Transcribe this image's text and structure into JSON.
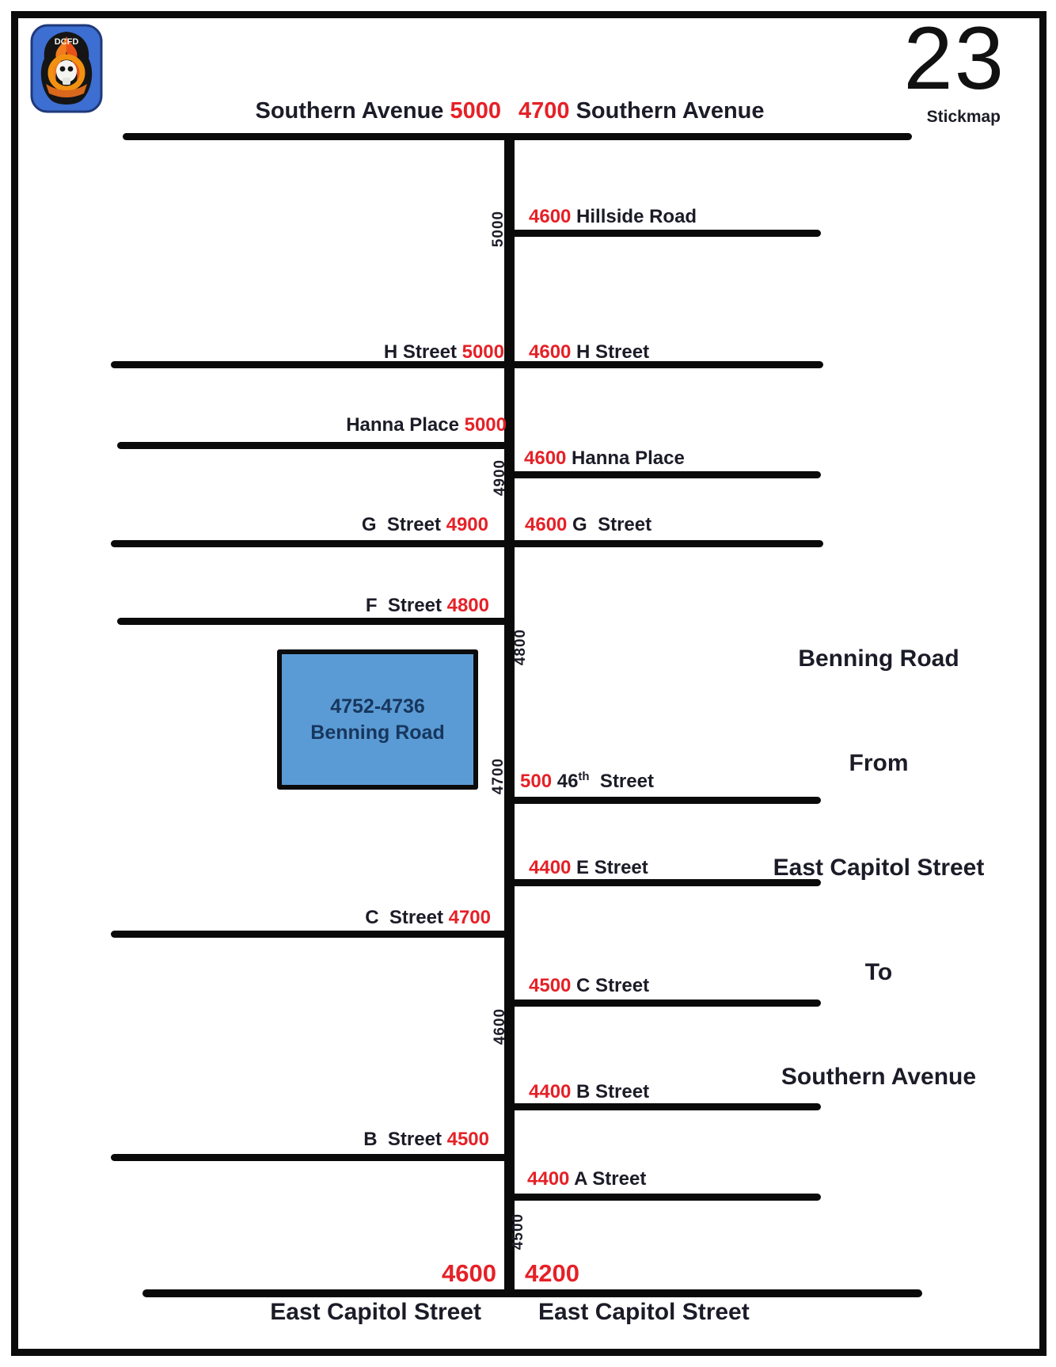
{
  "page": {
    "number": "23",
    "label": "Stickmap"
  },
  "logo": {
    "text": "DCFD"
  },
  "title": {
    "left_name": "Southern Avenue ",
    "left_block": "5000",
    "right_block": "4700",
    "right_name": " Southern Avenue"
  },
  "streets": {
    "hillside_right": {
      "block": "4600",
      "name": " Hillside Road"
    },
    "h_left": {
      "name": "H Street ",
      "block": "5000"
    },
    "h_right": {
      "block": "4600",
      "name": " H Street"
    },
    "hanna_left": {
      "name": "Hanna Place ",
      "block": "5000"
    },
    "hanna_right": {
      "block": "4600",
      "name": " Hanna Place"
    },
    "g_left": {
      "name": "G  Street ",
      "block": "4900"
    },
    "g_right": {
      "block": "4600",
      "name": " G  Street"
    },
    "f_left": {
      "name": "F  Street ",
      "block": "4800"
    },
    "s46_right": {
      "block": "500",
      "name_pre": " 46",
      "sup": "th",
      "name_post": "  Street"
    },
    "e_right": {
      "block": "4400",
      "name": " E Street"
    },
    "c_left": {
      "name": "C  Street ",
      "block": "4700"
    },
    "c_right": {
      "block": "4500",
      "name": " C Street"
    },
    "b_right": {
      "block": "4400",
      "name": " B Street"
    },
    "b_left": {
      "name": "B  Street ",
      "block": "4500"
    },
    "a_right": {
      "block": "4400",
      "name": " A Street"
    }
  },
  "road_blocks": [
    "5000",
    "4900",
    "4800",
    "4700",
    "4600",
    "4500"
  ],
  "building": {
    "line1": "4752-4736",
    "line2": "Benning Road"
  },
  "legend": {
    "lines": [
      "Benning Road",
      "From",
      "East Capitol Street",
      "To",
      "Southern Avenue"
    ]
  },
  "bottom": {
    "left_block": "4600",
    "right_block": "4200",
    "left_name": "East Capitol Street",
    "right_name": "East Capitol Street"
  },
  "colors": {
    "accent_red": "#e52127",
    "ink_black": "#1c1c28",
    "building_blue": "#5b9bd5",
    "logo_blue": "#3d6ed2"
  }
}
